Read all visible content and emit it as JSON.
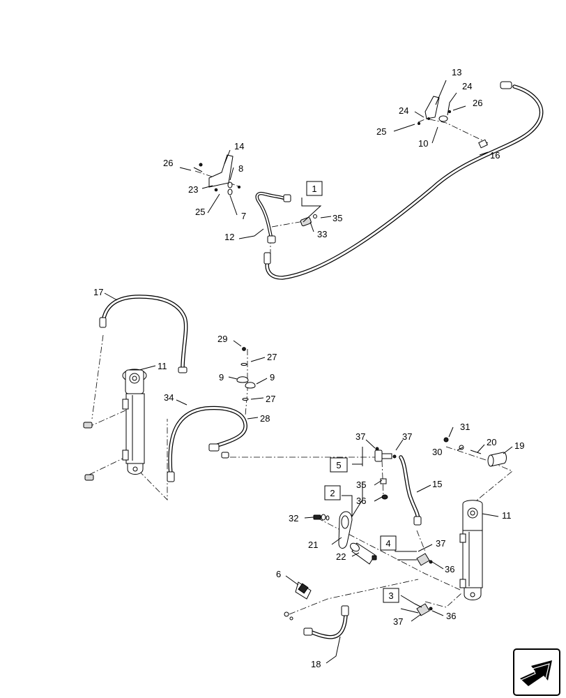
{
  "callouts": {
    "c13": "13",
    "c24a": "24",
    "c24b": "24",
    "c26a": "26",
    "c25a": "25",
    "c10": "10",
    "c16": "16",
    "c14": "14",
    "c26b": "26",
    "c8": "8",
    "c23": "23",
    "c25b": "25",
    "c7": "7",
    "c12": "12",
    "c35a": "35",
    "c33": "33",
    "c17": "17",
    "c11a": "11",
    "c29": "29",
    "c27a": "27",
    "c9a": "9",
    "c9b": "9",
    "c27b": "27",
    "c34": "34",
    "c28": "28",
    "c31": "31",
    "c20": "20",
    "c19": "19",
    "c30": "30",
    "c37a": "37",
    "c37b": "37",
    "c35b": "35",
    "c36a": "36",
    "c15": "15",
    "c32": "32",
    "c21": "21",
    "c22": "22",
    "c11b": "11",
    "c37c": "37",
    "c36b": "36",
    "c6": "6",
    "c37d": "37",
    "c36c": "36",
    "c18": "18"
  },
  "ref_boxes": {
    "b1": "1",
    "b2": "2",
    "b3": "3",
    "b4": "4",
    "b5": "5"
  },
  "icons": {
    "nav": "navigation-arrow-icon"
  }
}
